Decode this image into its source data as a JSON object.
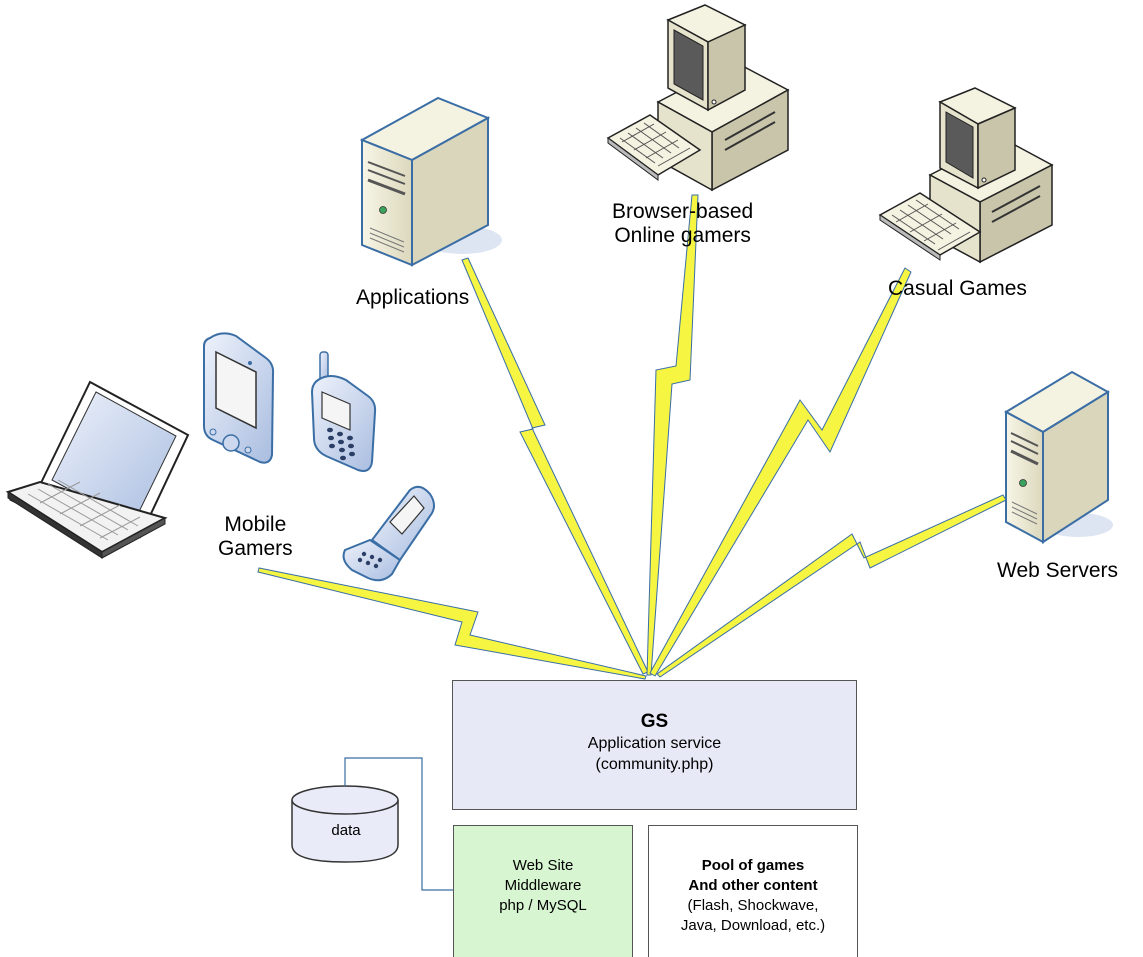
{
  "nodes": {
    "applications": {
      "label": "Applications"
    },
    "browser": {
      "label_line1": "Browser-based",
      "label_line2": "Online gamers"
    },
    "casual": {
      "label": "Casual Games"
    },
    "web_servers": {
      "label": "Web Servers"
    },
    "mobile": {
      "label_line1": "Mobile",
      "label_line2": "Gamers"
    }
  },
  "gs": {
    "title": "GS",
    "subtitle": "Application service",
    "file": "(community.php)"
  },
  "middleware": {
    "line1": "Web Site",
    "line2": "Middleware",
    "line3": "php / MySQL"
  },
  "pool": {
    "line1": "Pool of games",
    "line2": "And other content",
    "line3": "(Flash, Shockwave,",
    "line4": "Java, Download, etc.)"
  },
  "database": {
    "label": "data"
  },
  "colors": {
    "bolt_fill": "#f5f542",
    "bolt_stroke": "#3a6ea5",
    "gs_fill": "#e7eaf6",
    "middleware_fill": "#d6f5d0",
    "device_fill": "#f1efd9",
    "device_stroke": "#3a6ea5"
  }
}
